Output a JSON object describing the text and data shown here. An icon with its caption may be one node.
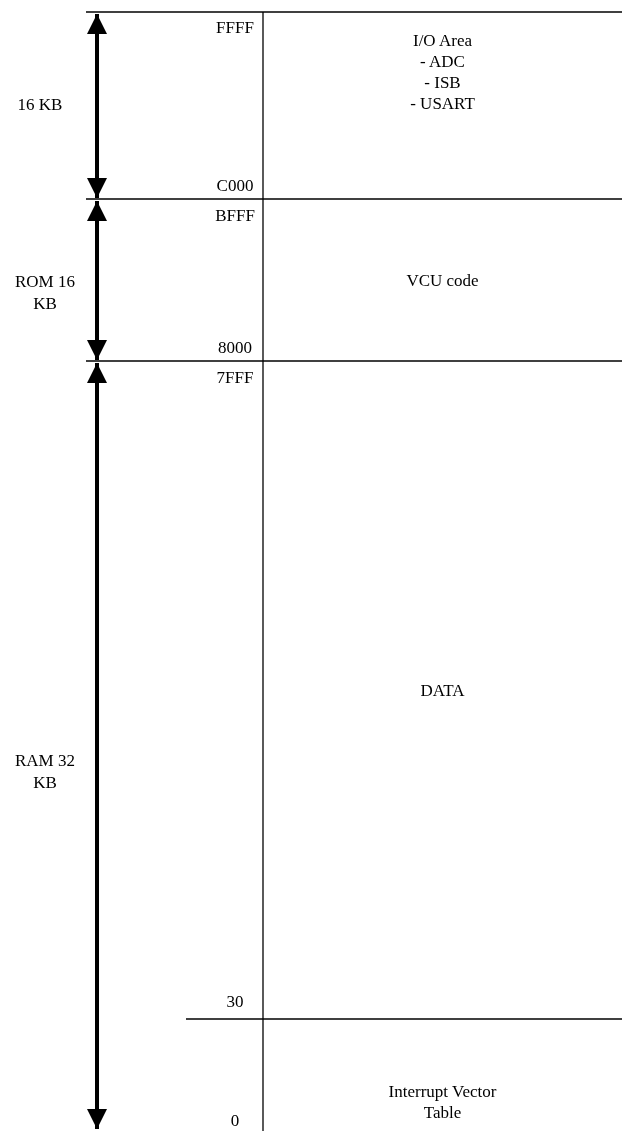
{
  "diagram": {
    "nodes": [
      {
        "text": [
          "I/O Area",
          "- ADC",
          "- ISB",
          "- USART"
        ]
      },
      {
        "text": [
          "VCU code"
        ]
      },
      {
        "text": [
          "DATA"
        ]
      },
      {
        "text": [
          "Interrupt Vector Table"
        ]
      }
    ],
    "edges": [],
    "labels": [
      "FFFF",
      "16 KB",
      "C000",
      "BFFF",
      "ROM 16 KB",
      "8000",
      "7FFF",
      "RAM 32 KB",
      "30",
      "0"
    ]
  }
}
